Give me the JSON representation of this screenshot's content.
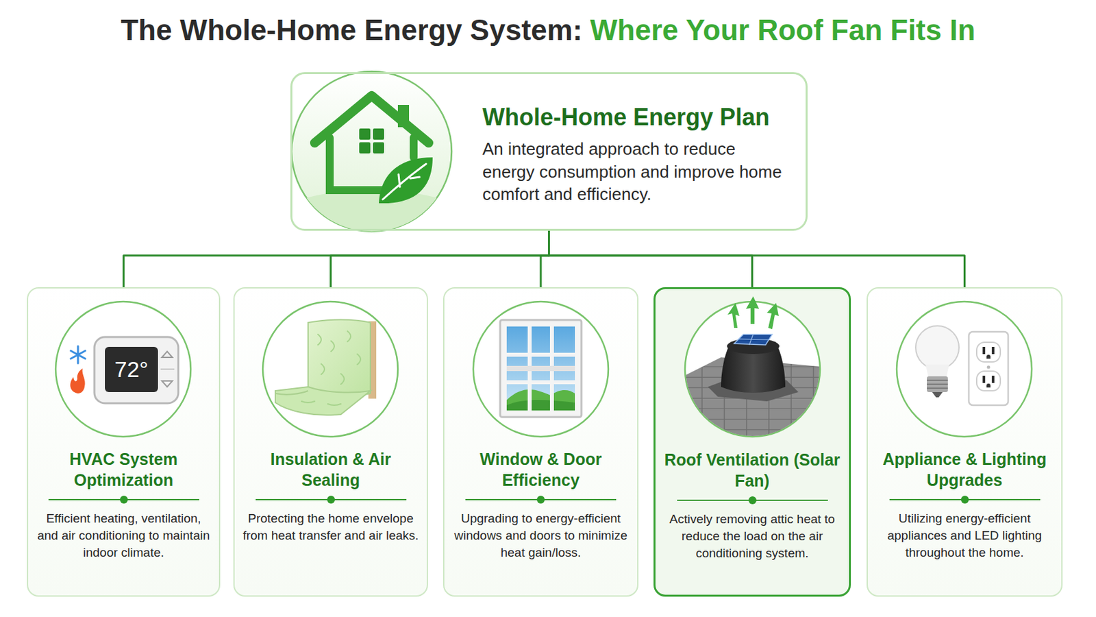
{
  "diagram": {
    "title": "The Whole-Home Energy System:",
    "nodes": [
      {
        "text": [
          "Whole-Home Energy Plan",
          "An integrated approach to reduce energy consumption and improve home comfort and efficiency."
        ]
      },
      {
        "text": [
          "HVAC System Optimization",
          "Efficient heating, ventilation, and air conditioning to maintain indoor climate."
        ]
      },
      {
        "text": [
          "Insulation & Air Sealing",
          "Protecting the home envelope from heat transfer and air leaks."
        ]
      },
      {
        "text": [
          "Window & Door Efficiency",
          "Upgrading to energy-efficient windows and doors to minimize heat gain/loss."
        ]
      },
      {
        "text": [
          "Roof Ventilation (Solar Fan)",
          "Actively removing attic heat to reduce the load on the air conditioning system."
        ]
      },
      {
        "text": [
          "Appliance & Lighting Upgrades",
          "Utilizing energy-efficient appliances and LED lighting throughout the home."
        ]
      }
    ],
    "edges": [
      {
        "from": 0,
        "to": 1,
        "arrow": "none"
      },
      {
        "from": 0,
        "to": 2,
        "arrow": "none"
      },
      {
        "from": 0,
        "to": 3,
        "arrow": "none"
      },
      {
        "from": 0,
        "to": 4,
        "arrow": "none"
      },
      {
        "from": 0,
        "to": 5,
        "arrow": "none"
      }
    ],
    "labels": [
      "Where Your Roof Fan Fits In",
      "72°"
    ]
  }
}
